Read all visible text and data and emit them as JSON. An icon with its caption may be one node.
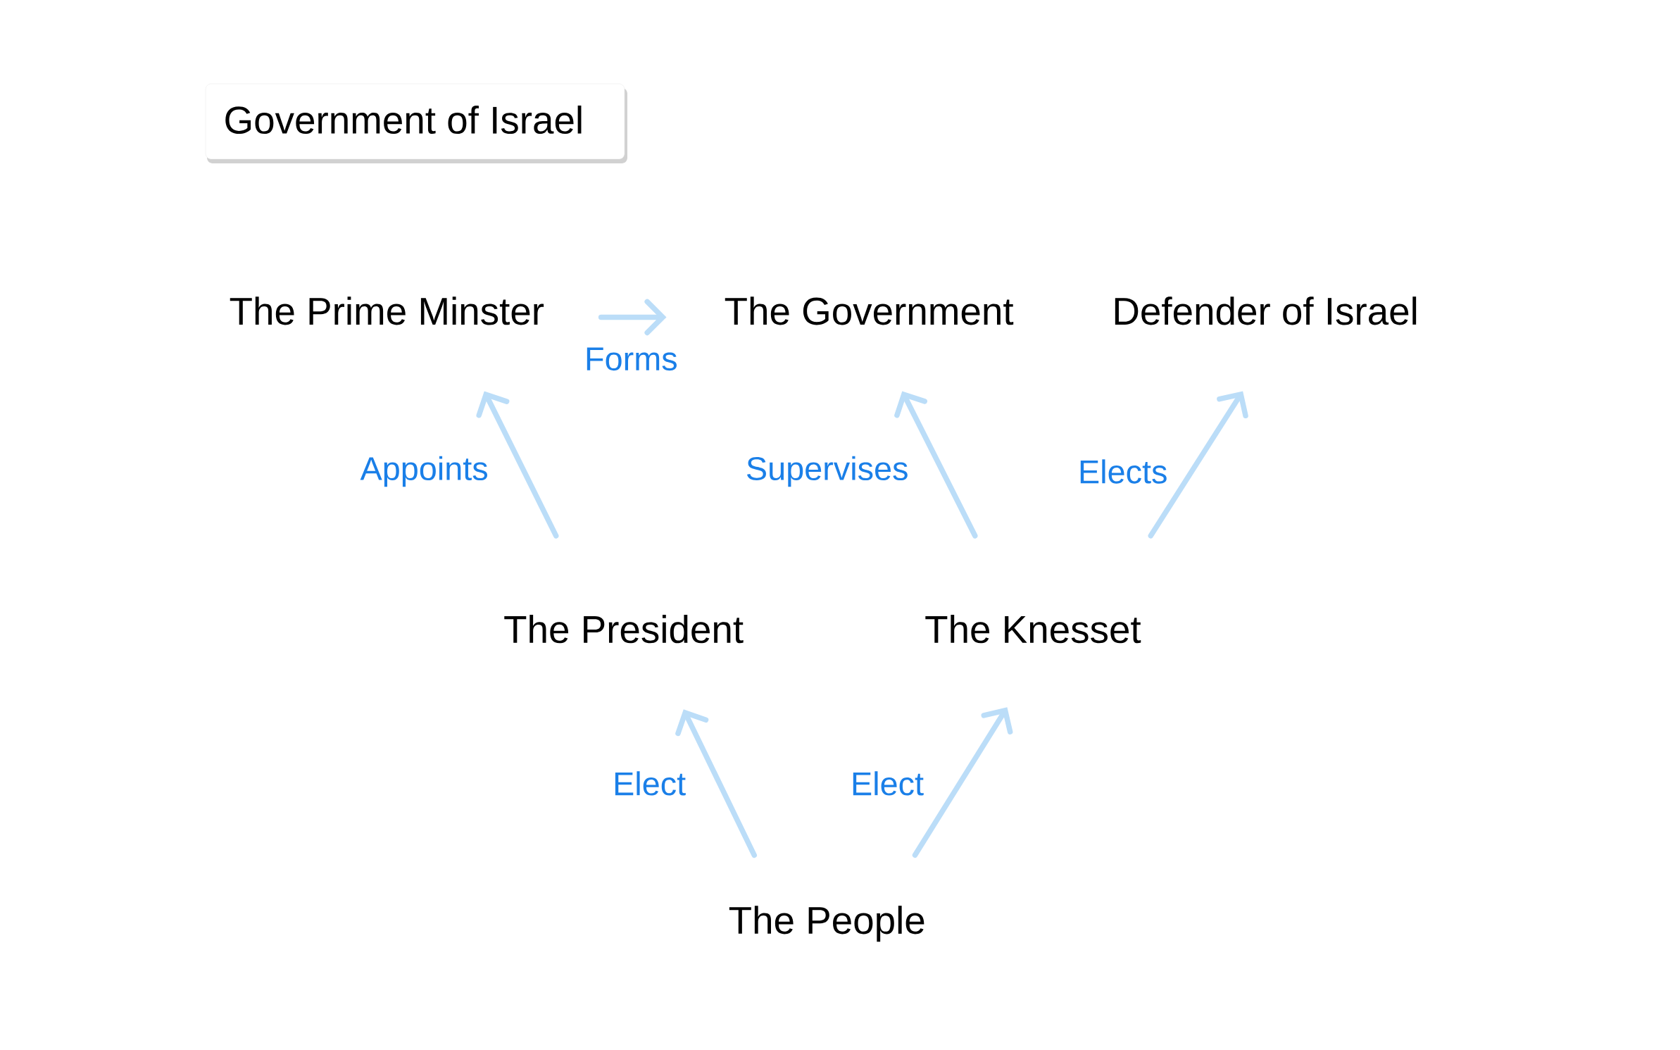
{
  "diagram": {
    "title": "Government of Israel",
    "nodes": [
      {
        "text": [
          "The Prime Minster"
        ]
      },
      {
        "text": [
          "The Government"
        ]
      },
      {
        "text": [
          "Defender of Israel"
        ]
      },
      {
        "text": [
          "The President"
        ]
      },
      {
        "text": [
          "The Knesset"
        ]
      },
      {
        "text": [
          "The People"
        ]
      }
    ],
    "edges": [
      {
        "from": 3,
        "to": 0,
        "arrow": "to",
        "label": "Appoints"
      },
      {
        "from": 0,
        "to": 1,
        "arrow": "to",
        "label": "Forms"
      },
      {
        "from": 4,
        "to": 1,
        "arrow": "to",
        "label": "Supervises"
      },
      {
        "from": 4,
        "to": 2,
        "arrow": "to",
        "label": "Elects"
      },
      {
        "from": 5,
        "to": 3,
        "arrow": "to",
        "label": "Elect"
      },
      {
        "from": 5,
        "to": 4,
        "arrow": "to",
        "label": "Elect"
      }
    ]
  }
}
